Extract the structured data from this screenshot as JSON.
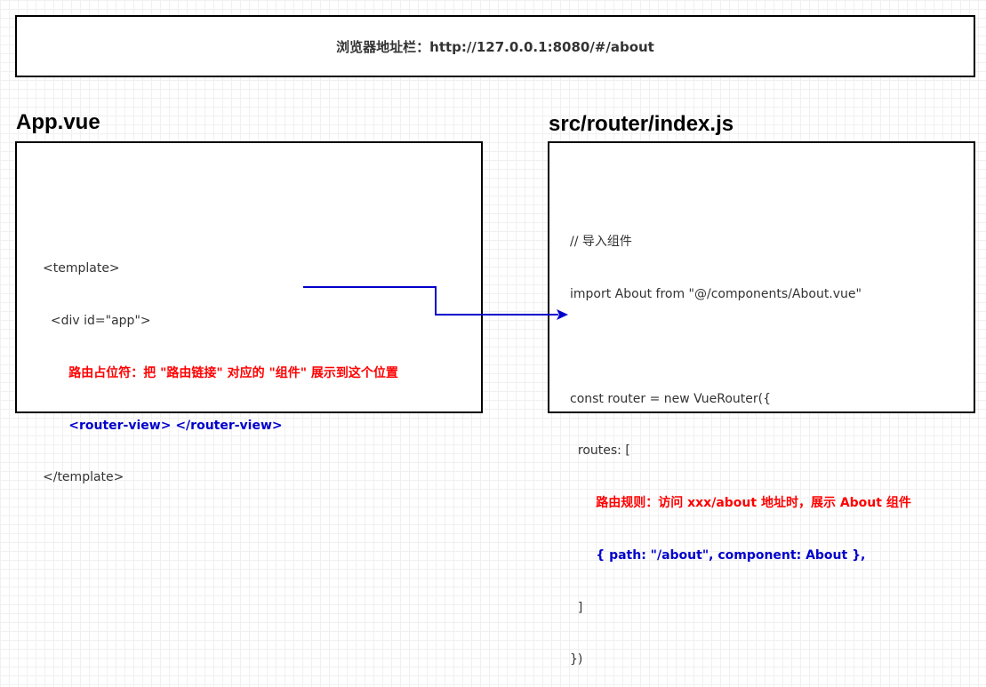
{
  "address_bar": {
    "text": "浏览器地址栏：http://127.0.0.1:8080/#/about"
  },
  "app_vue": {
    "title": "App.vue",
    "lines": [
      "<template>",
      "  <div id=\"app\">",
      "      路由占位符：把 \"路由链接\" 对应的 \"组件\" 展示到这个位置",
      "      <router-view> </router-view>",
      "</template>"
    ]
  },
  "router_index": {
    "title": "src/router/index.js",
    "lines": [
      "// 导入组件",
      "import About from \"@/components/About.vue\"",
      "",
      "const router = new VueRouter({",
      "  routes: [",
      "      路由规则：访问 xxx/about 地址时，展示 About 组件",
      "      { path: \"/about\", component: About },",
      "  ]",
      "})"
    ]
  },
  "colors": {
    "comment_red": "#ff0000",
    "code_blue": "#0000cc",
    "arrow": "#0000cc",
    "border": "#000000"
  }
}
